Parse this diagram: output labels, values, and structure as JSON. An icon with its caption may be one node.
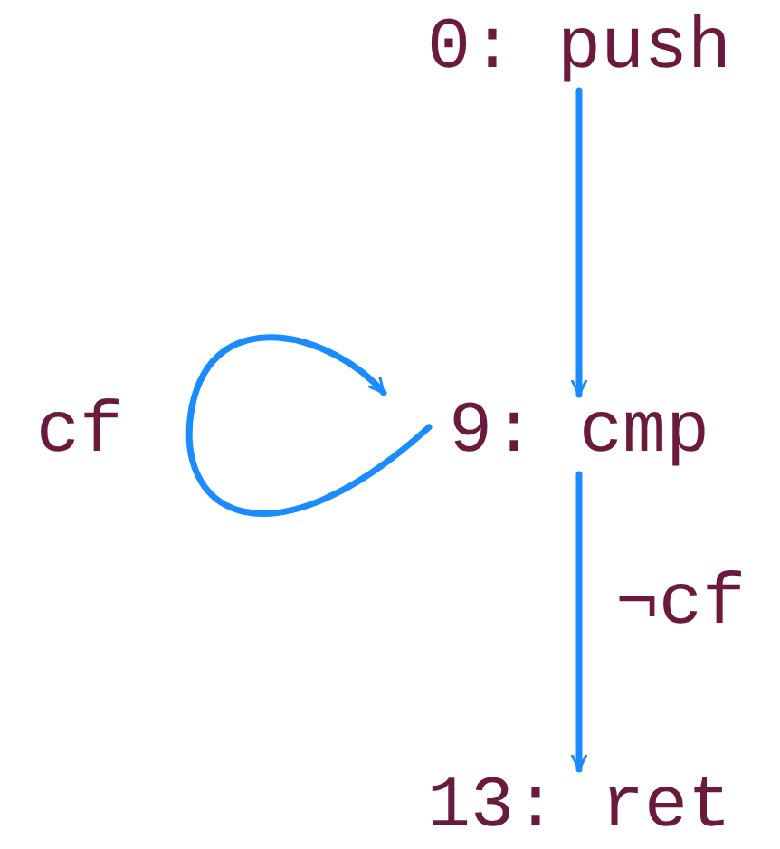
{
  "diagram": {
    "nodes": [
      {
        "text": [
          "0: push"
        ]
      },
      {
        "text": [
          "9: cmp"
        ]
      },
      {
        "text": [
          "13: ret"
        ]
      }
    ],
    "edges": [
      {
        "from": 0,
        "to": 1,
        "arrow": "to"
      },
      {
        "from": 1,
        "to": 1,
        "arrow": "to",
        "label": "cf"
      },
      {
        "from": 1,
        "to": 2,
        "arrow": "to",
        "label": "¬cf"
      }
    ]
  }
}
